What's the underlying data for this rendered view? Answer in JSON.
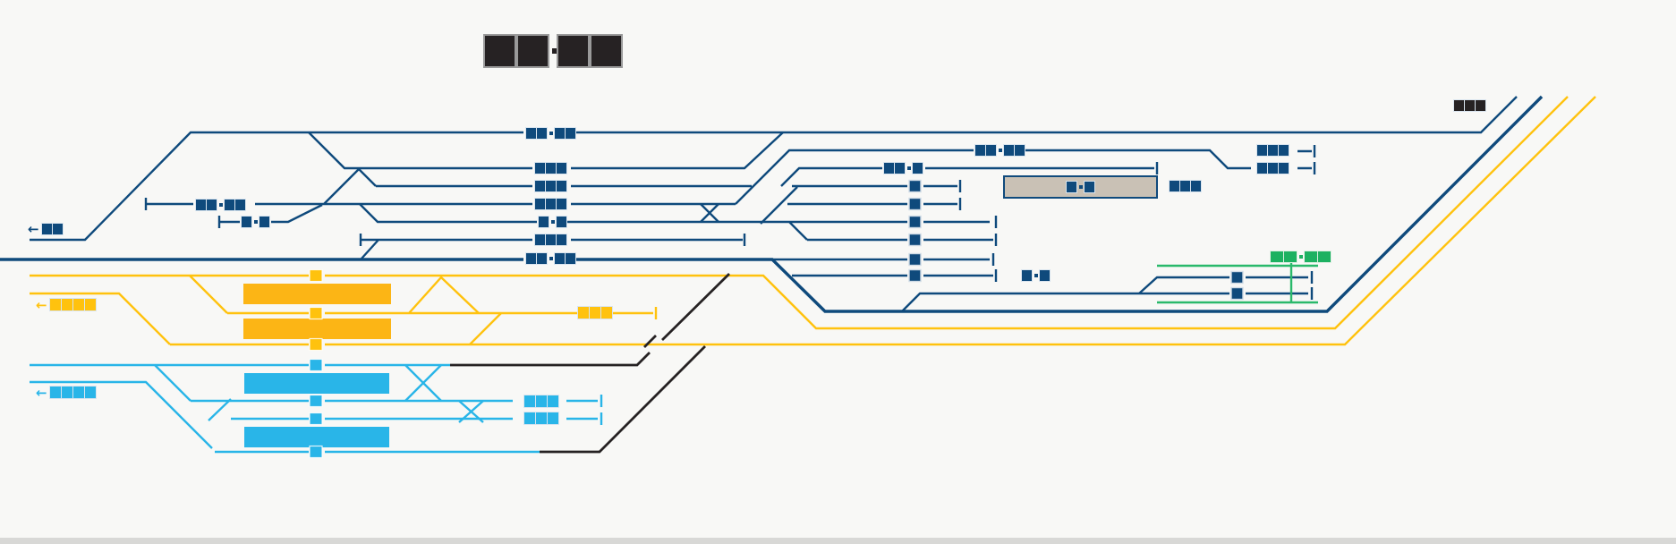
{
  "app": {
    "title": "rail-dispatch-track-schematic"
  },
  "colors": {
    "background": "#f8f8f6",
    "navy": "#0f4a7c",
    "yellow": "#ffc20e",
    "amber_platform": "#fcb515",
    "cyan": "#29b5e8",
    "green": "#2ab96b",
    "green_block": "#1db161",
    "dark": "#262223",
    "depot_fill": "#c9c1b5"
  },
  "icons": {
    "arrow_left": "←"
  },
  "clock": {
    "name": "station-clock",
    "blocks": 4,
    "dot_after": 2
  },
  "depot": {
    "building": true
  },
  "signals": {
    "navy_squares": 8,
    "yellow_squares": 3,
    "cyan_squares": 4
  },
  "labels": [
    {
      "id": "clock",
      "color": "dark",
      "blocks": 4,
      "dot_after": 2,
      "arrow": false,
      "size": "xl"
    },
    {
      "id": "exit-west-main",
      "color": "navy",
      "blocks": 2,
      "dot_after": 0,
      "arrow": true,
      "size": "sm"
    },
    {
      "id": "siding-a",
      "color": "navy",
      "blocks": 4,
      "dot_after": 2,
      "arrow": false,
      "size": "sm"
    },
    {
      "id": "siding-b",
      "color": "navy",
      "blocks": 2,
      "dot_after": 1,
      "arrow": false,
      "size": "sm"
    },
    {
      "id": "track1-name",
      "color": "navy",
      "blocks": 4,
      "dot_after": 2,
      "arrow": false,
      "size": "sm"
    },
    {
      "id": "track2-name",
      "color": "navy",
      "blocks": 3,
      "dot_after": 0,
      "arrow": false,
      "size": "sm"
    },
    {
      "id": "track3-name",
      "color": "navy",
      "blocks": 3,
      "dot_after": 0,
      "arrow": false,
      "size": "sm"
    },
    {
      "id": "track4-name",
      "color": "navy",
      "blocks": 3,
      "dot_after": 0,
      "arrow": false,
      "size": "sm"
    },
    {
      "id": "track5-name",
      "color": "navy",
      "blocks": 2,
      "dot_after": 1,
      "arrow": false,
      "size": "sm"
    },
    {
      "id": "track6-name",
      "color": "navy",
      "blocks": 3,
      "dot_after": 0,
      "arrow": false,
      "size": "sm"
    },
    {
      "id": "main-name",
      "color": "navy",
      "blocks": 4,
      "dot_after": 2,
      "arrow": false,
      "size": "sm"
    },
    {
      "id": "relief-name",
      "color": "navy",
      "blocks": 4,
      "dot_after": 2,
      "arrow": false,
      "size": "sm"
    },
    {
      "id": "track2r-name",
      "color": "navy",
      "blocks": 3,
      "dot_after": 2,
      "arrow": false,
      "size": "sm"
    },
    {
      "id": "ne-siding-1",
      "color": "navy",
      "blocks": 3,
      "dot_after": 0,
      "arrow": false,
      "size": "sm"
    },
    {
      "id": "ne-siding-2",
      "color": "navy",
      "blocks": 3,
      "dot_after": 0,
      "arrow": false,
      "size": "sm"
    },
    {
      "id": "depot-name",
      "color": "navy",
      "blocks": 2,
      "dot_after": 1,
      "arrow": false,
      "size": "sm"
    },
    {
      "id": "depot-east",
      "color": "navy",
      "blocks": 3,
      "dot_after": 0,
      "arrow": false,
      "size": "sm"
    },
    {
      "id": "green-track",
      "color": "navy",
      "blocks": 2,
      "dot_after": 1,
      "arrow": false,
      "size": "sm"
    },
    {
      "id": "green-name",
      "color": "green",
      "blocks": 4,
      "dot_after": 2,
      "arrow": false,
      "size": "lg"
    },
    {
      "id": "exit-ne",
      "color": "dark",
      "blocks": 3,
      "dot_after": 0,
      "arrow": false,
      "size": "sm"
    },
    {
      "id": "yellow-entry",
      "color": "yellow",
      "blocks": 4,
      "dot_after": 0,
      "arrow": true,
      "size": "md"
    },
    {
      "id": "yellow-siding",
      "color": "yellow",
      "blocks": 3,
      "dot_after": 0,
      "arrow": false,
      "size": "md"
    },
    {
      "id": "cyan-entry",
      "color": "cyan",
      "blocks": 4,
      "dot_after": 0,
      "arrow": true,
      "size": "md"
    },
    {
      "id": "cyan-siding-1",
      "color": "cyan",
      "blocks": 3,
      "dot_after": 0,
      "arrow": false,
      "size": "md"
    },
    {
      "id": "cyan-siding-2",
      "color": "cyan",
      "blocks": 3,
      "dot_after": 0,
      "arrow": false,
      "size": "md"
    }
  ]
}
